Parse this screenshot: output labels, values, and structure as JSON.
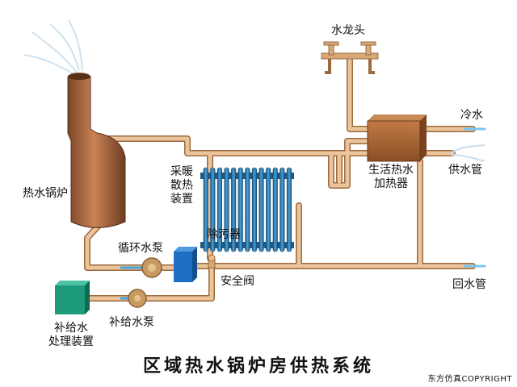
{
  "title": "区域热水锅炉房供热系统",
  "copyright": "东方仿真COPYRIGHT",
  "labels": {
    "faucet": "水龙头",
    "cold_water": "冷水",
    "supply_pipe": "供水管",
    "return_pipe": "回水管",
    "boiler": "热水锅炉",
    "radiator": [
      "采暖",
      "散热",
      "装置"
    ],
    "heater": [
      "生活热水",
      "加热器"
    ],
    "desilter": "除污器",
    "circ_pump": "循环水泵",
    "safety_valve": "安全阀",
    "makeup_pump": "补给水泵",
    "makeup_treatment": [
      "补给水",
      "处理装置"
    ]
  },
  "colors": {
    "pipe": "#d9a878",
    "pipe_edge": "#9c6a3e",
    "boiler": "#b5734a",
    "boiler_dark": "#7a4526",
    "radiator": "#2e7fb6",
    "radiator_dark": "#1f5a86",
    "heater": "#a86434",
    "desilter": "#1f6fc4",
    "treatment": "#1c9a7a",
    "pump": "#c89a62"
  }
}
